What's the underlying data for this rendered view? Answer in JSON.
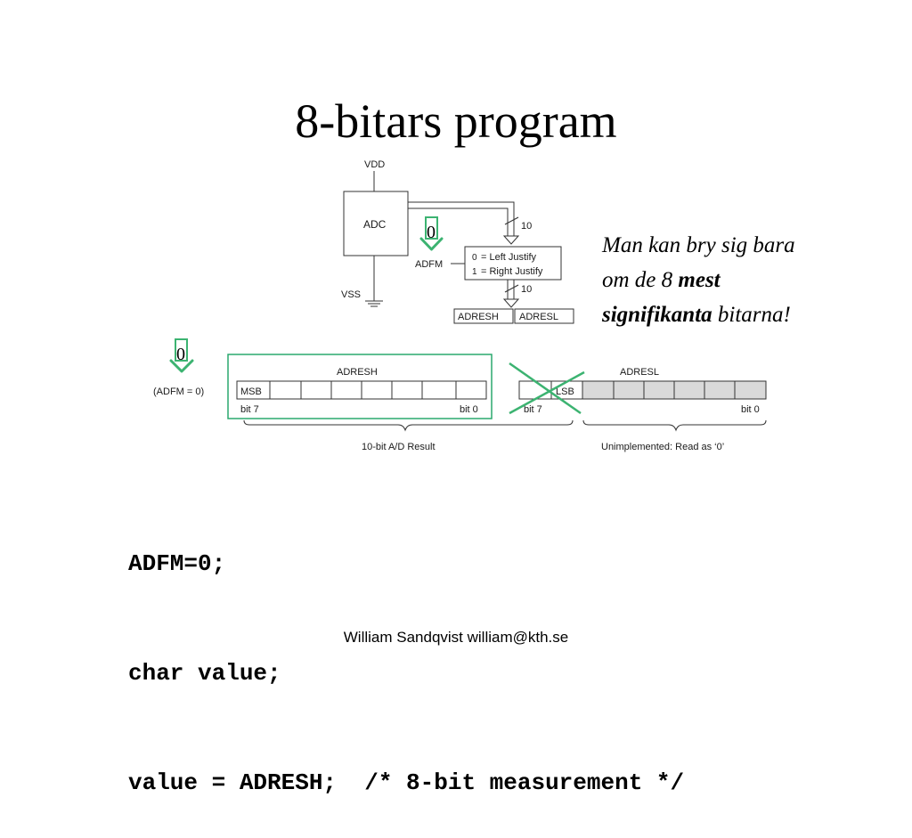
{
  "slide": {
    "title": "8-bitars program"
  },
  "adc_diagram": {
    "vdd": "VDD",
    "vss": "VSS",
    "adc": "ADC",
    "adfm": "ADFM",
    "bus_width_top": "10",
    "bus_width_bottom": "10",
    "justify_left": "= Left Justify",
    "justify_right": "= Right Justify",
    "justify_left_bit": "0",
    "justify_right_bit": "1",
    "adresh": "ADRESH",
    "adresl": "ADRESL",
    "adfm_value_marker": "0"
  },
  "register_diagram": {
    "adfm_label": "(ADFM = 0)",
    "adfm_value_marker": "0",
    "adresh_title": "ADRESH",
    "adresl_title": "ADRESL",
    "msb": "MSB",
    "lsb": "LSB",
    "adresh_bit_left": "bit 7",
    "adresh_bit_right": "bit 0",
    "adresl_bit_left": "bit 7",
    "adresl_bit_right": "bit 0",
    "result_label": "10-bit A/D Result",
    "unimplemented_label": "Unimplemented: Read as ‘0’",
    "colors": {
      "highlight_green": "#2aa86e",
      "arrow_green": "#3cb371",
      "unimplemented_fill": "#d9d9d9"
    }
  },
  "note": {
    "line1": "Man kan bry sig bara",
    "line2_a": "om de 8 ",
    "line2_b": "mest",
    "line3_a": "signifikanta",
    "line3_b": " bitarna!"
  },
  "code": {
    "line1": "ADFM=0;",
    "line2": "char value;",
    "line3": "value = ADRESH;  /* 8-bit measurement */"
  },
  "footer": {
    "author": "William Sandqvist  william@kth.se"
  }
}
